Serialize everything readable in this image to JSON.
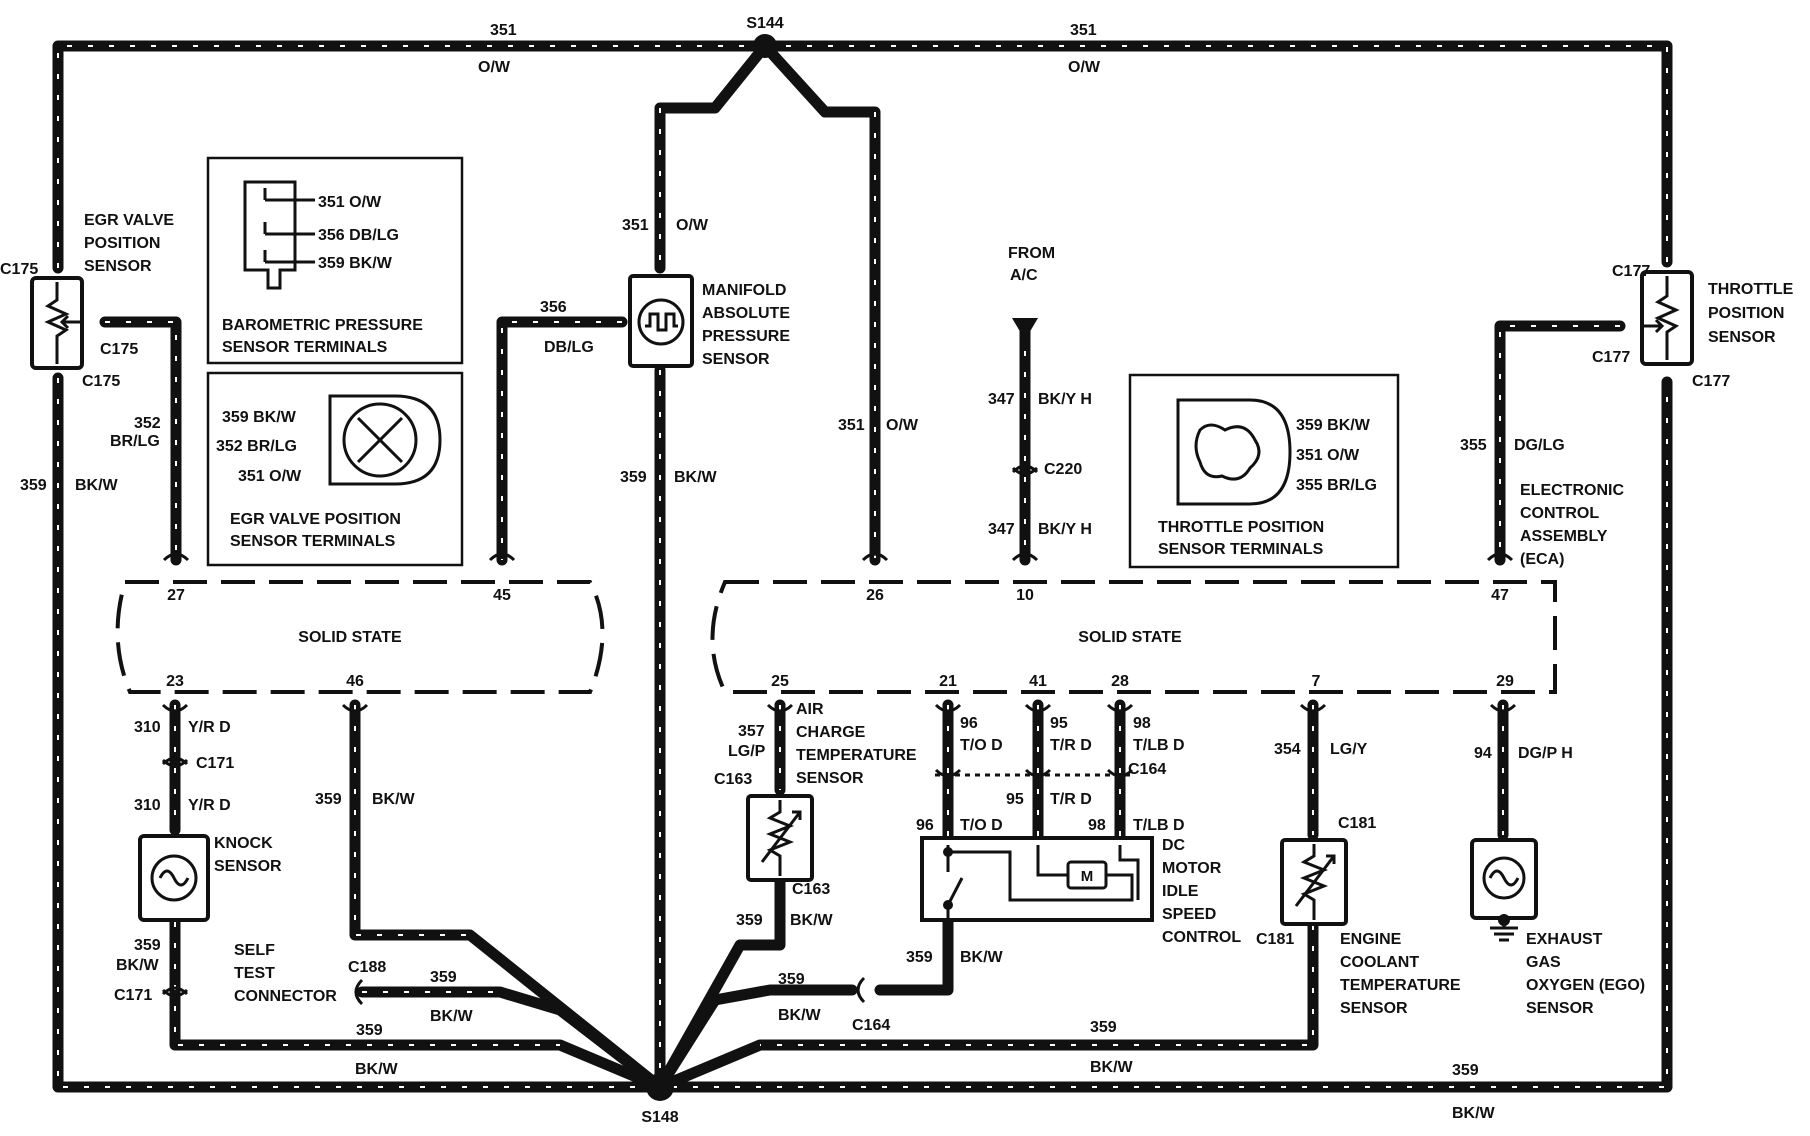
{
  "splices": {
    "top": "S144",
    "bottom": "S148"
  },
  "top_wire": {
    "left_circuit": "351",
    "left_color": "O/W",
    "right_circuit": "351",
    "right_color": "O/W"
  },
  "bottom_wire": {
    "circuit": "359",
    "color": "BK/W",
    "circuit2": "359",
    "color2": "BK/W",
    "circuit3": "359",
    "color3": "BK/W"
  },
  "egr": {
    "title": [
      "EGR VALVE",
      "POSITION",
      "SENSOR"
    ],
    "connectors": [
      "C175",
      "C175",
      "C175"
    ],
    "wire_circuit": "352",
    "wire_color": "BR/LG",
    "ground_circuit": "359",
    "ground_color": "BK/W"
  },
  "baro": {
    "terminals": [
      "351 O/W",
      "356 DB/LG",
      "359 BK/W"
    ],
    "caption": [
      "BAROMETRIC PRESSURE",
      "SENSOR TERMINALS"
    ]
  },
  "egr_terms": {
    "terminals": [
      "359 BK/W",
      "352 BR/LG",
      "351 O/W"
    ],
    "caption": [
      "EGR VALVE POSITION",
      "SENSOR TERMINALS"
    ]
  },
  "map": {
    "title": [
      "MANIFOLD",
      "ABSOLUTE",
      "PRESSURE",
      "SENSOR"
    ],
    "feed_circuit": "351",
    "feed_color": "O/W",
    "signal_circuit": "356",
    "signal_color": "DB/LG",
    "ground_circuit": "359",
    "ground_color": "BK/W"
  },
  "right_feed": {
    "circuit": "351",
    "color": "O/W"
  },
  "ac": {
    "title": [
      "FROM",
      "A/C"
    ],
    "circuit_top": "347",
    "color_top": "BK/Y H",
    "connector": "C220",
    "circuit_bottom": "347",
    "color_bottom": "BK/Y H"
  },
  "tps_terms": {
    "terminals": [
      "359 BK/W",
      "351 O/W",
      "355 BR/LG"
    ],
    "caption": [
      "THROTTLE POSITION",
      "SENSOR TERMINALS"
    ]
  },
  "tps": {
    "title": [
      "THROTTLE",
      "POSITION",
      "SENSOR"
    ],
    "connectors": [
      "C177",
      "C177",
      "C177"
    ],
    "wire_circuit": "355",
    "wire_color": "DG/LG"
  },
  "eca": {
    "title": [
      "ELECTRONIC",
      "CONTROL",
      "ASSEMBLY",
      "(ECA)"
    ],
    "solid_state_left": "SOLID STATE",
    "solid_state_right": "SOLID STATE",
    "pins_top_left": [
      "27",
      "45"
    ],
    "pins_top_right": [
      "26",
      "10",
      "47"
    ],
    "pins_bottom_left": [
      "23",
      "46"
    ],
    "pins_bottom_right": [
      "25",
      "21",
      "41",
      "28",
      "7",
      "29"
    ]
  },
  "knock": {
    "title": [
      "KNOCK",
      "SENSOR"
    ],
    "circuit": "310",
    "color": "Y/R D",
    "circuit2": "310",
    "color2": "Y/R D",
    "connector": "C171",
    "connector2": "C171",
    "ground_circuit": "359",
    "ground_color": "BK/W"
  },
  "self_test": {
    "title": [
      "SELF",
      "TEST",
      "CONNECTOR"
    ],
    "connector": "C188",
    "circuit": "359",
    "color": "BK/W",
    "circuit2": "359",
    "color2": "BK/W",
    "pin46_circuit": "359",
    "pin46_color": "BK/W"
  },
  "act": {
    "title": [
      "AIR",
      "CHARGE",
      "TEMPERATURE",
      "SENSOR"
    ],
    "circuit": "357",
    "color": "LG/P",
    "connectors": [
      "C163",
      "C163"
    ],
    "ground_circuit": "359",
    "ground_color": "BK/W"
  },
  "isc": {
    "title": [
      "DC",
      "MOTOR",
      "IDLE",
      "SPEED",
      "CONTROL"
    ],
    "motor": "M",
    "upper": [
      {
        "circuit": "96",
        "color": "T/O D"
      },
      {
        "circuit": "95",
        "color": "T/R D"
      },
      {
        "circuit": "98",
        "color": "T/LB D"
      }
    ],
    "lower": [
      {
        "circuit": "96",
        "color": "T/O D"
      },
      {
        "circuit": "95",
        "color": "T/R D"
      },
      {
        "circuit": "98",
        "color": "T/LB D"
      }
    ],
    "connector": "C164",
    "ground_circuit": "359",
    "ground_color": "BK/W",
    "ground2_circuit": "359",
    "ground2_color": "BK/W",
    "ground_connector": "C164"
  },
  "ect": {
    "title": [
      "ENGINE",
      "COOLANT",
      "TEMPERATURE",
      "SENSOR"
    ],
    "circuit": "354",
    "color": "LG/Y",
    "connectors": [
      "C181",
      "C181"
    ],
    "ground_circuit": "359",
    "ground_color": "BK/W"
  },
  "ego": {
    "title": [
      "EXHAUST",
      "GAS",
      "OXYGEN (EGO)",
      "SENSOR"
    ],
    "circuit": "94",
    "color": "DG/P H"
  }
}
